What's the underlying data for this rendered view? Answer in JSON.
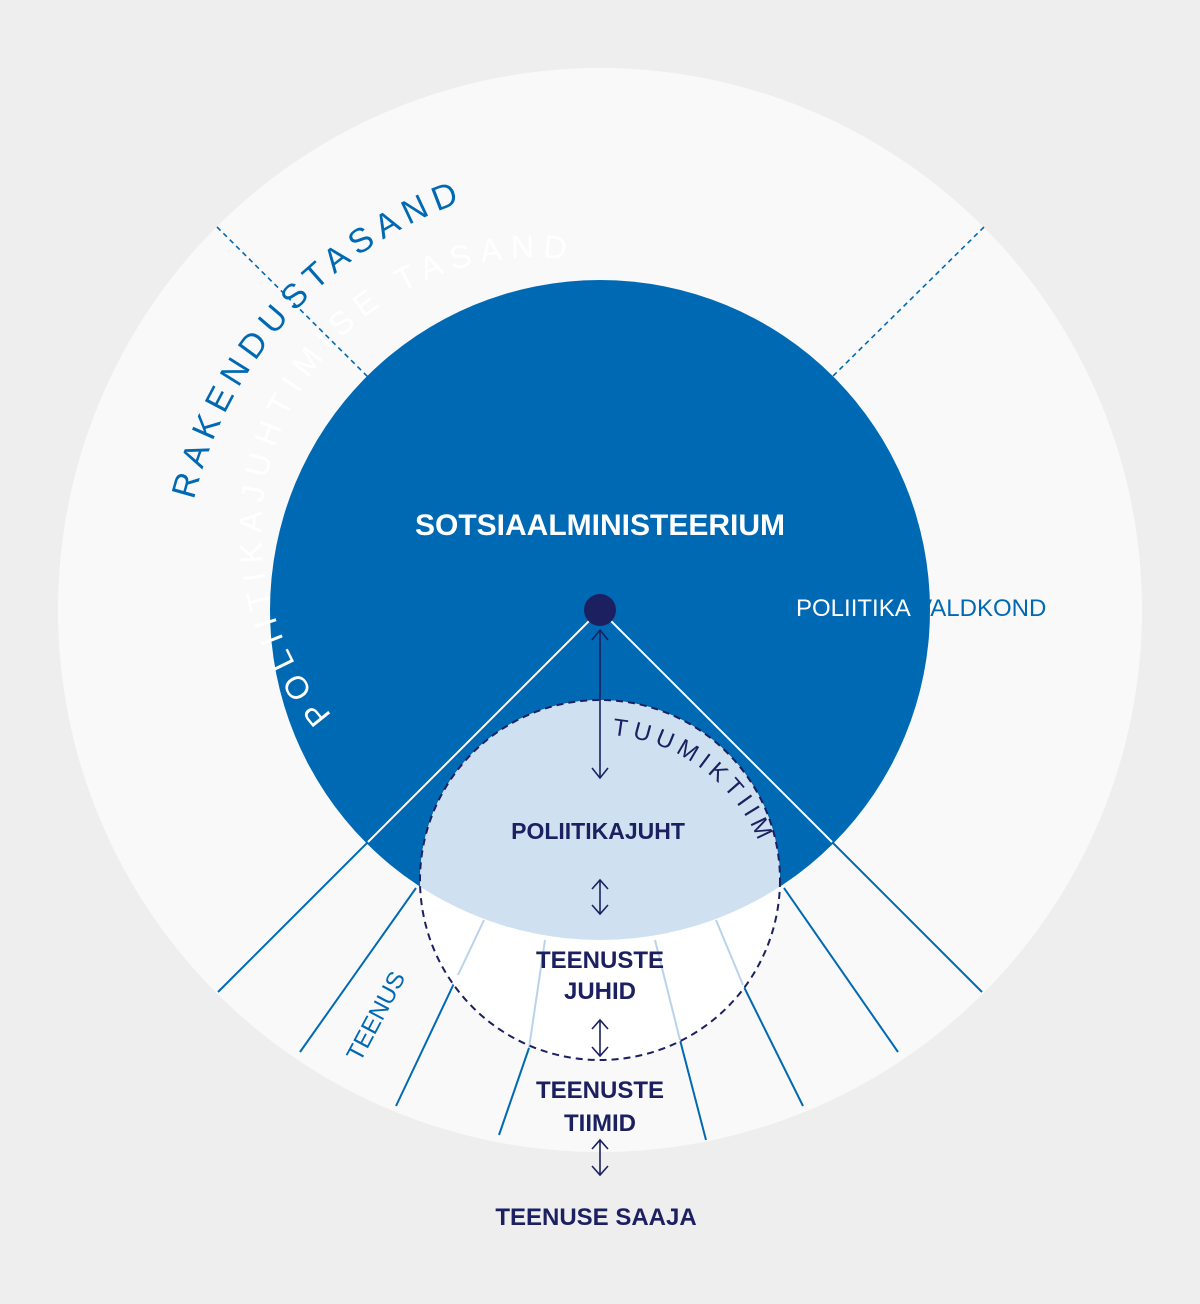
{
  "labels": {
    "outer_ring": "RAKENDUSTASAND",
    "policy_ring": "POLIITIKAJUHTIMISE TASAND",
    "ministry": "SOTSIAALMINISTEERIUM",
    "policy_area": "POLIITIKAVALDKOND",
    "core_team": "TUUMIKTIIM",
    "policy_lead": "POLIITIKAJUHT",
    "service_leads": [
      "TEENUSTE",
      "JUHID"
    ],
    "service_teams": [
      "TEENUSTE",
      "TIIMID"
    ],
    "service": "TEENUS",
    "service_recipient": "TEENUSE SAAJA"
  },
  "colors": {
    "background": "#eeeeee",
    "outer_circle": "#f9f9f9",
    "policy_circle": "#0069b4",
    "core_team_fill": "#cfe1f1",
    "navy": "#1c2060",
    "light_line": "#b9d3ea"
  }
}
